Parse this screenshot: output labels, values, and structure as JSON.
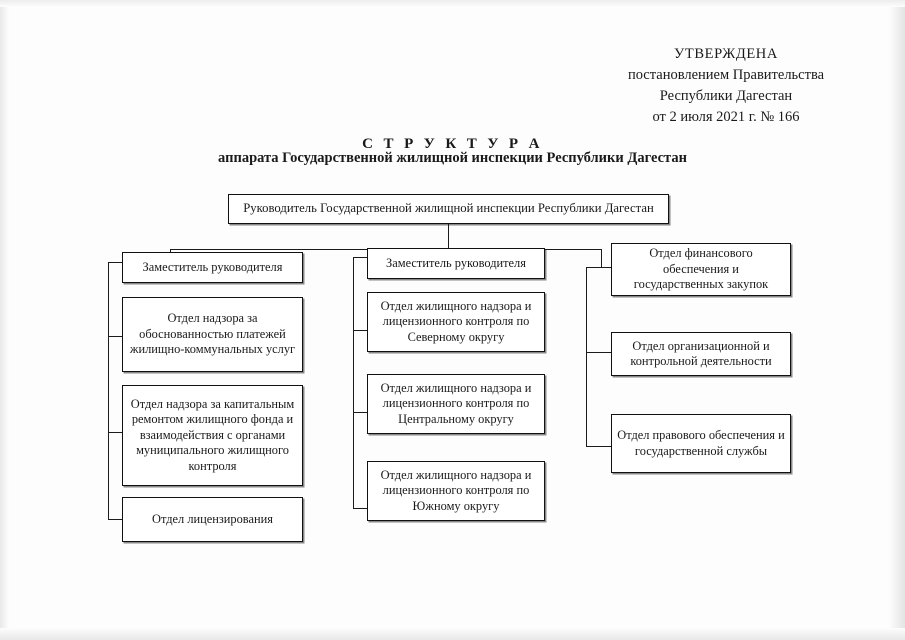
{
  "document": {
    "approval": {
      "line1": "УТВЕРЖДЕНА",
      "line2": "постановлением Правительства",
      "line3": "Республики Дагестан",
      "line4": "от 2 июля 2021 г. № 166"
    },
    "title": "С Т Р У К Т У Р А",
    "subtitle": "аппарата Государственной жилищной инспекции Республики Дагестан"
  },
  "chart_data": {
    "type": "diagram",
    "title": "Структура аппарата Государственной жилищной инспекции Республики Дагестан",
    "root": {
      "id": "root",
      "label": "Руководитель Государственной жилищной инспекции Республики Дагестан"
    },
    "columns": [
      {
        "id": "column-left",
        "nodes": [
          {
            "id": "deputy-head-left",
            "label": "Заместитель руководителя"
          },
          {
            "id": "dept-payment-validity",
            "label": "Отдел надзора за обоснованностью платежей жилищно-коммунальных услуг"
          },
          {
            "id": "dept-capital-repair",
            "label": "Отдел надзора за капитальным ремонтом жилищного фонда и взаимодействия с органами муниципального жилищного контроля"
          },
          {
            "id": "dept-licensing",
            "label": "Отдел лицензирования"
          }
        ]
      },
      {
        "id": "column-middle",
        "nodes": [
          {
            "id": "deputy-head-middle",
            "label": "Заместитель руководителя"
          },
          {
            "id": "dept-northern-district",
            "label": "Отдел жилищного надзора и лицензионного контроля по Северному округу"
          },
          {
            "id": "dept-central-district",
            "label": "Отдел жилищного надзора и лицензионного контроля по Центральному округу"
          },
          {
            "id": "dept-southern-district",
            "label": "Отдел жилищного надзора и лицензионного контроля по Южному округу"
          }
        ]
      },
      {
        "id": "column-right",
        "nodes": [
          {
            "id": "dept-financial-support",
            "label": "Отдел финансового обеспечения и государственных закупок"
          },
          {
            "id": "dept-organizational-control",
            "label": "Отдел организационной и контрольной деятельности"
          },
          {
            "id": "dept-legal-civil-service",
            "label": "Отдел правового обеспечения и государственной службы"
          }
        ]
      }
    ]
  }
}
